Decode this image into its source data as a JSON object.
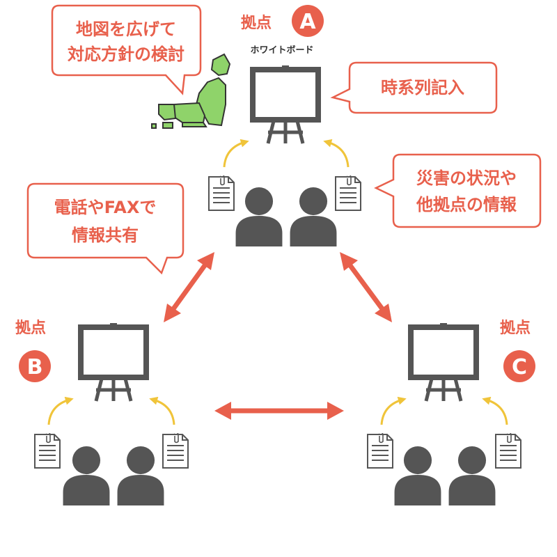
{
  "colors": {
    "accent": "#e8604c",
    "arrow_yellow": "#f0c43a",
    "figure": "#555555",
    "map_green": "#8fd36a",
    "bubble_fill": "#ffffff"
  },
  "sites": {
    "a": {
      "label": "拠点",
      "letter": "A",
      "whiteboard_caption": "ホワイトボード"
    },
    "b": {
      "label": "拠点",
      "letter": "B"
    },
    "c": {
      "label": "拠点",
      "letter": "C"
    }
  },
  "bubbles": {
    "map": {
      "line1": "地図を広げて",
      "line2": "対応方針の検討"
    },
    "timeline": {
      "line1": "時系列記入"
    },
    "disaster": {
      "line1": "災害の状況や",
      "line2": "他拠点の情報"
    },
    "phone": {
      "line1": "電話やFAXで",
      "line2": "情報共有"
    }
  },
  "icons": {
    "whiteboard": "whiteboard-icon",
    "person": "person-icon",
    "document": "document-icon",
    "map": "japan-map-icon",
    "arrow": "double-arrow-icon"
  }
}
